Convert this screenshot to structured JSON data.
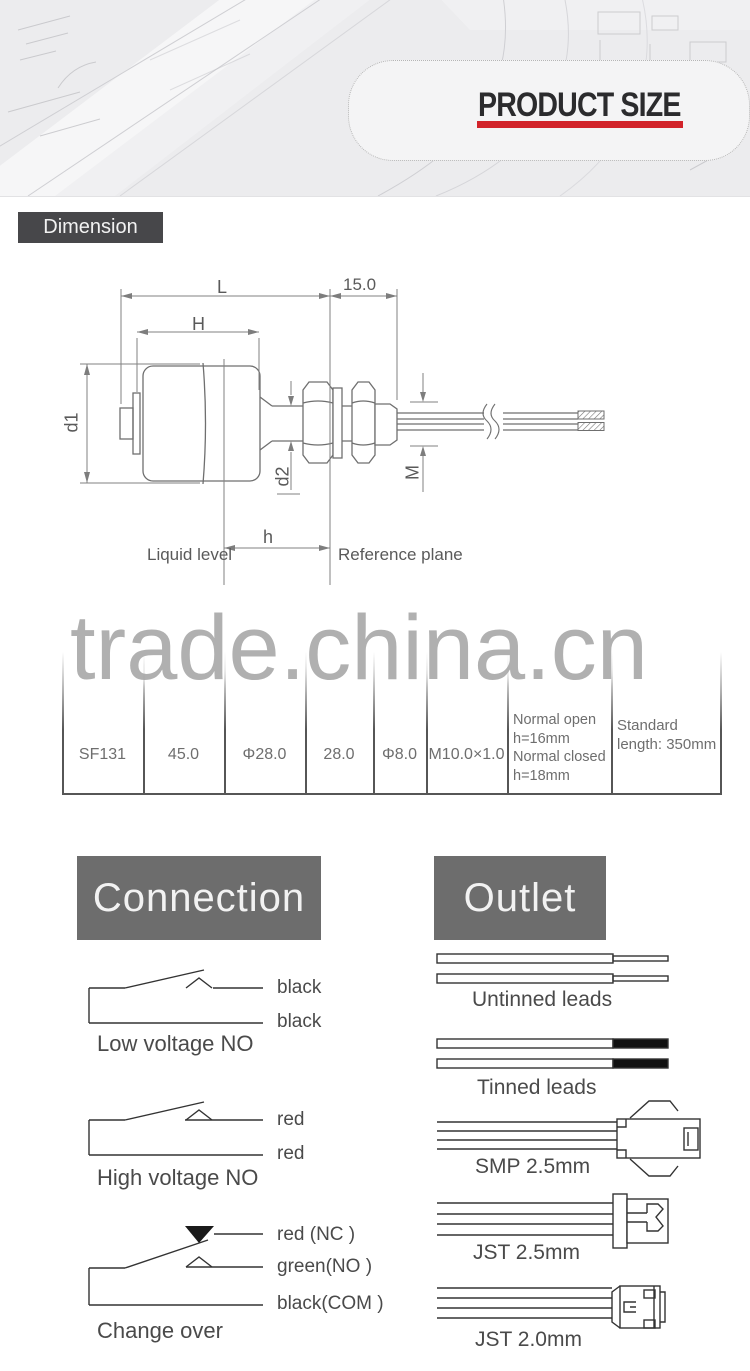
{
  "banner": {
    "title": "PRODUCT SIZE"
  },
  "sections": {
    "dimension_label": "Dimension",
    "connection_label": "Connection",
    "outlet_label": "Outlet"
  },
  "drawing": {
    "dim_L": "L",
    "dim_15": "15.0",
    "dim_H": "H",
    "dim_d1": "d1",
    "dim_d2": "d2",
    "dim_M": "M",
    "dim_h": "h",
    "liquid_level": "Liquid level",
    "reference_plane": "Reference plane"
  },
  "watermark": {
    "text": "trade.china.cn"
  },
  "spec_table": {
    "cells": [
      "SF131",
      "45.0",
      "Φ28.0",
      "28.0",
      "Φ8.0",
      "M10.0×1.0",
      "Normal open\nh=16mm\nNormal closed\nh=18mm",
      "Standard\nlength: 350mm"
    ]
  },
  "connection": {
    "diagrams": [
      {
        "caption": "Low voltage NO",
        "labels": [
          "black",
          "black"
        ]
      },
      {
        "caption": "High voltage NO",
        "labels": [
          "red",
          "red"
        ]
      },
      {
        "caption": "Change over",
        "labels": [
          "red  (NC )",
          "green(NO )",
          "black(COM )"
        ]
      }
    ]
  },
  "outlet": {
    "items": [
      "Untinned leads",
      "Tinned leads",
      "SMP 2.5mm",
      "JST 2.5mm",
      "JST 2.0mm"
    ]
  },
  "colors": {
    "accent_red": "#d2232a",
    "header_dark": "#47474a",
    "header_gray": "#6d6d6d"
  }
}
